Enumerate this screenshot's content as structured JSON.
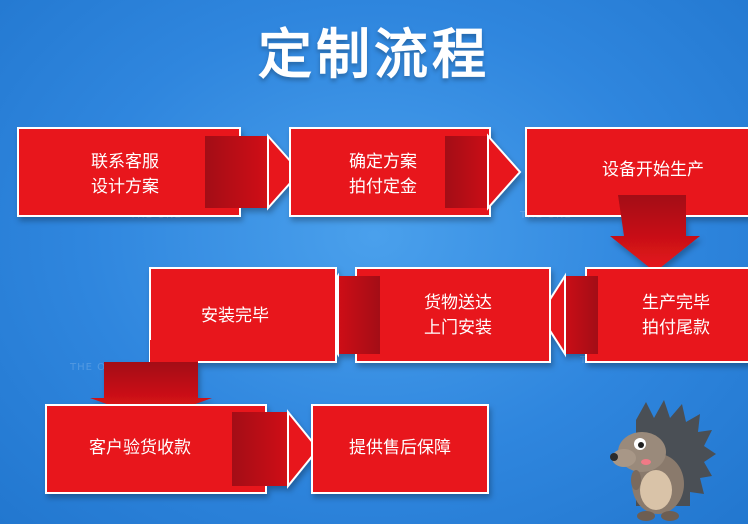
{
  "title": "定制流程",
  "watermark": "THE ONE",
  "colors": {
    "background": "#2f86de",
    "box": "#e8141c",
    "box_dark": "#b80f15",
    "border": "#ffffff",
    "text": "#ffffff"
  },
  "steps": [
    {
      "id": "step1",
      "lines": [
        "联系客服",
        "设计方案"
      ]
    },
    {
      "id": "step2",
      "lines": [
        "确定方案",
        "拍付定金"
      ]
    },
    {
      "id": "step3",
      "lines": [
        "设备开始生产"
      ]
    },
    {
      "id": "step4",
      "lines": [
        "生产完毕",
        "拍付尾款"
      ]
    },
    {
      "id": "step5",
      "lines": [
        "货物送达",
        "上门安装"
      ]
    },
    {
      "id": "step6",
      "lines": [
        "安装完毕"
      ]
    },
    {
      "id": "step7",
      "lines": [
        "客户验货收款"
      ]
    },
    {
      "id": "step8",
      "lines": [
        "提供售后保障"
      ]
    }
  ],
  "mascot": "hedgehog-mascot"
}
